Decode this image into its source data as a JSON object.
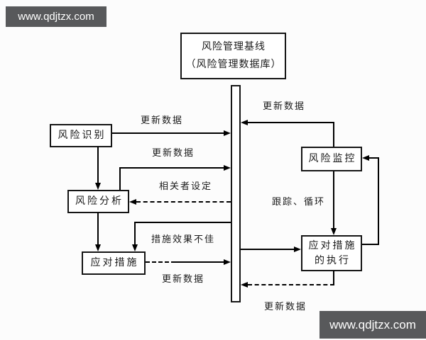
{
  "watermark": {
    "text": "www.qdjtzx.com",
    "background": "#58595b",
    "foreground": "#ffffff"
  },
  "diagram": {
    "baseline": {
      "line1": "风险管理基线",
      "line2": "（风险管理数据库）"
    },
    "nodes": {
      "risk_identification": "风险识别",
      "risk_analysis": "风险分析",
      "response_measures": "应对措施",
      "risk_monitoring": "风险监控",
      "response_execution_line1": "应对措施",
      "response_execution_line2": "的执行"
    },
    "edge_labels": {
      "update_data": "更新数据",
      "stakeholder_setting": "相关者设定",
      "measures_ineffective": "措施效果不佳",
      "tracking_loop": "跟踪、循环"
    }
  }
}
